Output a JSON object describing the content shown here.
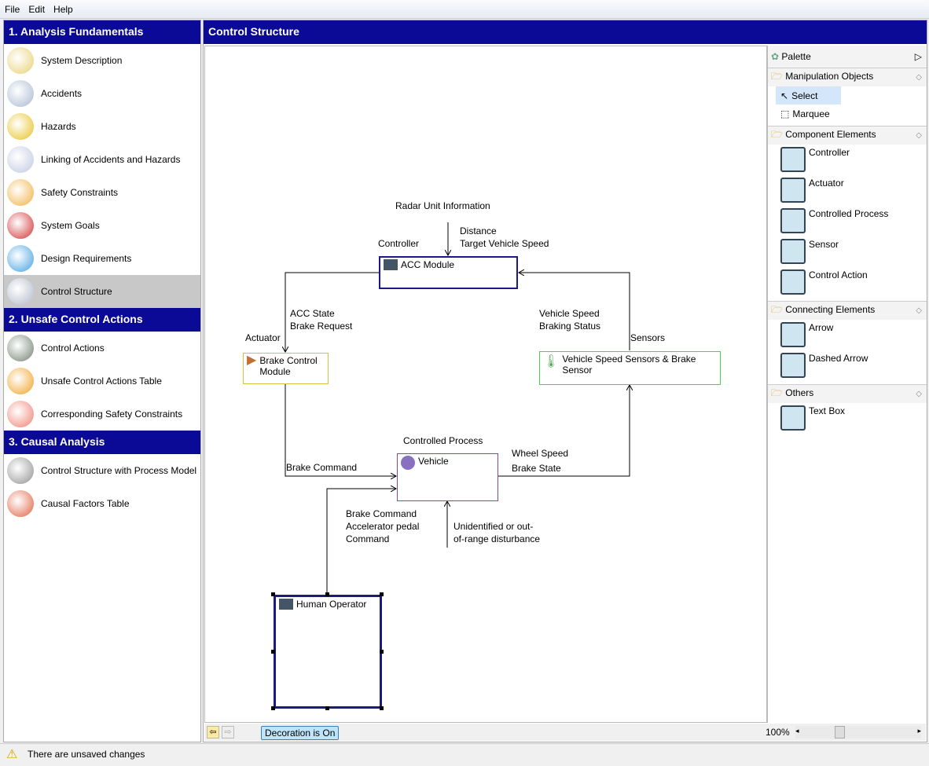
{
  "menu": [
    "File",
    "Edit",
    "Help"
  ],
  "sections": [
    {
      "title": "1. Analysis Fundamentals",
      "items": [
        "System Description",
        "Accidents",
        "Hazards",
        "Linking of Accidents and Hazards",
        "Safety Constraints",
        "System Goals",
        "Design Requirements",
        "Control Structure"
      ]
    },
    {
      "title": "2. Unsafe Control Actions",
      "items": [
        "Control Actions",
        "Unsafe Control Actions Table",
        "Corresponding Safety Constraints"
      ]
    },
    {
      "title": "3. Causal Analysis",
      "items": [
        "Control Structure with Process Model",
        "Causal Factors Table"
      ]
    }
  ],
  "selected_item": "Control Structure",
  "editor_title": "Control Structure",
  "diagram": {
    "acc": "ACC Module",
    "acc_role": "Controller",
    "brake": "Brake Control Module",
    "brake_role": "Actuator",
    "sensor": "Vehicle Speed Sensors & Brake Sensor",
    "sensor_role": "Sensors",
    "vehicle": "Vehicle",
    "vehicle_role": "Controlled Process",
    "human": "Human Operator",
    "l_radar": "Radar Unit Information",
    "l_distance": "Distance\nTarget Vehicle Speed",
    "l_acc_state": "ACC State\nBrake Request",
    "l_vehicle_speed": "Vehicle Speed\nBraking Status",
    "l_brake_cmd": "Brake Command",
    "l_wheel": "Wheel Speed\nBrake State",
    "l_human_cmd": "Brake Command\nAccelerator pedal\nCommand",
    "l_disturb": "Unidentified or out-\nof-range disturbance"
  },
  "palette": {
    "title": "Palette",
    "groups": [
      {
        "name": "Manipulation Objects",
        "items": [
          "Select",
          "Marquee"
        ]
      },
      {
        "name": "Component Elements",
        "items": [
          "Controller",
          "Actuator",
          "Controlled Process",
          "Sensor",
          "Control Action"
        ]
      },
      {
        "name": "Connecting Elements",
        "items": [
          "Arrow",
          "Dashed Arrow"
        ]
      },
      {
        "name": "Others",
        "items": [
          "Text Box"
        ]
      }
    ]
  },
  "toolbar": {
    "decoration": "Decoration is On",
    "zoom": "100%"
  },
  "status": "There are unsaved changes"
}
